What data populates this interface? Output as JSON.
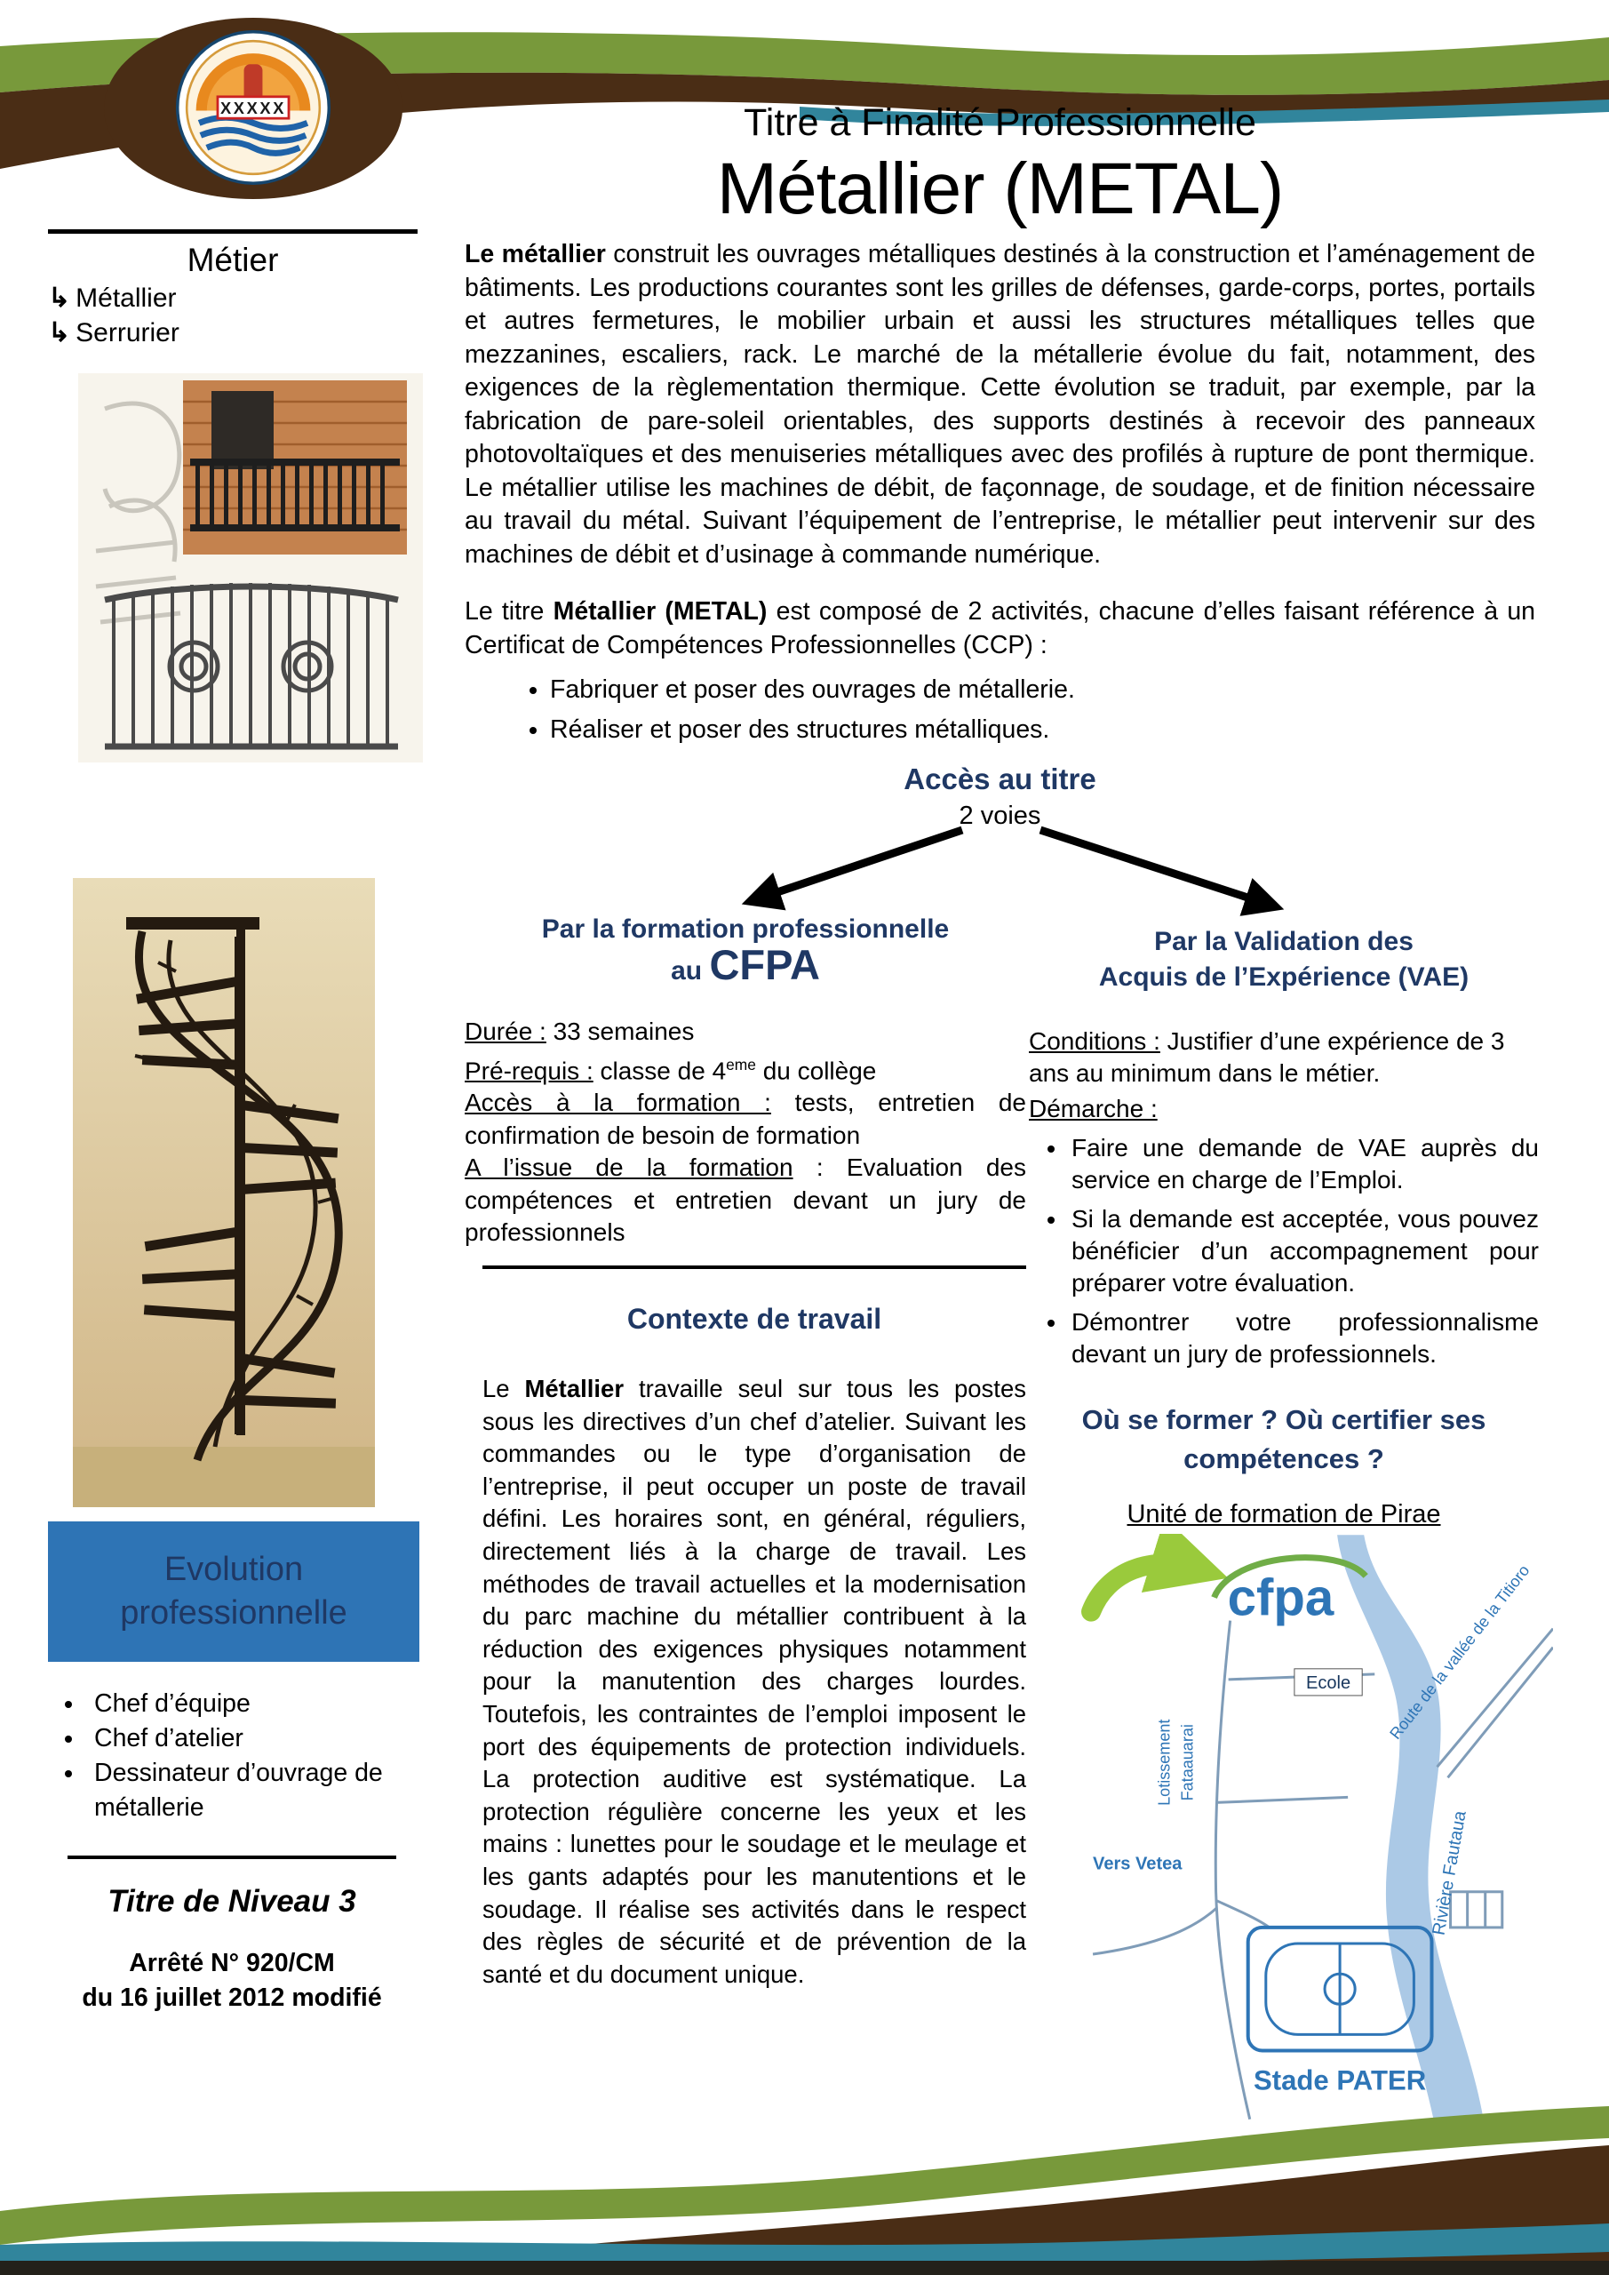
{
  "header": {
    "subtitle": "Titre à Finalité Professionnelle",
    "title": "Métallier (METAL)",
    "logo_banner": "XXXXX"
  },
  "colors": {
    "olive_green": "#78993b",
    "dark_brown": "#4a2d15",
    "teal": "#31859c",
    "box_blue": "#2e74b5",
    "heading_navy": "#1f3864",
    "map_blue": "#2e75b6",
    "arrow_green": "#9aca3c"
  },
  "metier": {
    "heading": "Métier",
    "arrow_icon": "↳",
    "items": [
      "Métallier",
      "Serrurier"
    ]
  },
  "intro": {
    "lead_bold": "Le métallier",
    "lead_rest": " construit les ouvrages métalliques destinés à la construction et l’aménagement de bâtiments. Les productions courantes sont les grilles de défenses, garde-corps, portes, portails et autres fermetures, le mobilier urbain et aussi les structures métalliques telles que mezzanines, escaliers, rack. Le marché de la métallerie évolue du fait, notamment, des exigences de la règlementation thermique. Cette évolution se traduit, par exemple, par la fabrication de pare-soleil orientables, des supports destinés à recevoir des panneaux photovoltaïques et des menuiseries métalliques avec des profilés à rupture de pont thermique. Le métallier utilise les machines de débit, de façonnage, de soudage, et de finition nécessaire au travail du métal. Suivant l’équipement de l’entreprise, le métallier peut intervenir sur des machines de débit et d’usinage à commande numérique.",
    "p2_prefix": "Le titre ",
    "p2_bold": "Métallier (METAL)",
    "p2_rest": " est composé de 2 activités, chacune d’elles faisant référence à un Certificat de Compétences Professionnelles (CCP) :",
    "ccp_items": [
      "Fabriquer et poser des ouvrages de métallerie.",
      "Réaliser et poser des structures métalliques."
    ]
  },
  "access": {
    "heading": "Accès au titre",
    "subheading": "2 voies"
  },
  "cfpa": {
    "title_line1": "Par la formation professionnelle",
    "title_line2_small": "au ",
    "title_line2_big": "CFPA",
    "duree_label": "Durée :",
    "duree_value": " 33 semaines",
    "prerequis_label": "Pré-requis :",
    "prerequis_value1": " classe de 4",
    "prerequis_sup": "eme",
    "prerequis_value2": " du collège",
    "acces_label": "Accès à la formation :",
    "acces_value": " tests, entretien de confirmation de besoin de formation",
    "issue_label": "A l’issue de la formation",
    "issue_value": " : Evaluation des compétences et entretien devant un jury de professionnels"
  },
  "vae": {
    "title_line1": "Par la Validation des",
    "title_line2": "Acquis de l’Expérience (VAE)",
    "conditions_label": "Conditions :",
    "conditions_value": " Justifier d’une expérience de 3 ans au minimum dans le métier.",
    "demarche_label": "Démarche :",
    "bullets": [
      "Faire une demande de VAE auprès du service en charge de l’Emploi.",
      "Si la demande est acceptée, vous pouvez bénéficier d’un accompagnement pour préparer votre évaluation.",
      "Démontrer votre professionnalisme devant un jury de professionnels."
    ]
  },
  "contexte": {
    "heading": "Contexte de travail",
    "p_prefix": "Le ",
    "p_bold": "Métallier",
    "p_rest": " travaille seul sur tous les postes sous les directives d’un chef d’atelier. Suivant les commandes ou le type d’organisation de l’entreprise, il peut occuper un poste de travail défini. Les horaires sont, en général, réguliers, directement liés à la charge de travail. Les méthodes de travail actuelles et la modernisation du parc machine du métallier contribuent à la réduction des exigences physiques notamment pour la manutention des charges lourdes. Toutefois, les contraintes de l’emploi imposent le port des équipements de protection individuels. La protection auditive est systématique. La protection régulière concerne les yeux et les mains : lunettes pour le soudage et le meulage et les gants adaptés pour les manutentions et le soudage. Il réalise ses activités dans le respect des règles de sécurité et de prévention de la santé et du document unique."
  },
  "former": {
    "heading": "Où se former ? Où certifier ses compétences ?",
    "unite": "Unité de formation de Pirae"
  },
  "map": {
    "cfpa_label": "cfpa",
    "ecole": "Ecole",
    "route": "Route de la vallée de la Titioro",
    "lotissement_line1": "Lotissement",
    "lotissement_line2": "Fataauarai",
    "riviere": "Rivière Fautaua",
    "vers": "Vers Vetea",
    "stade": "Stade PATER"
  },
  "evolution": {
    "heading": "Evolution professionnelle",
    "items": [
      "Chef d’équipe",
      "Chef d’atelier",
      "Dessinateur d’ouvrage de métallerie"
    ]
  },
  "niveau": {
    "titre": "Titre de Niveau 3",
    "arrete_line1": "Arrêté N° 920/CM",
    "arrete_line2": "du 16 juillet 2012 modifié"
  }
}
